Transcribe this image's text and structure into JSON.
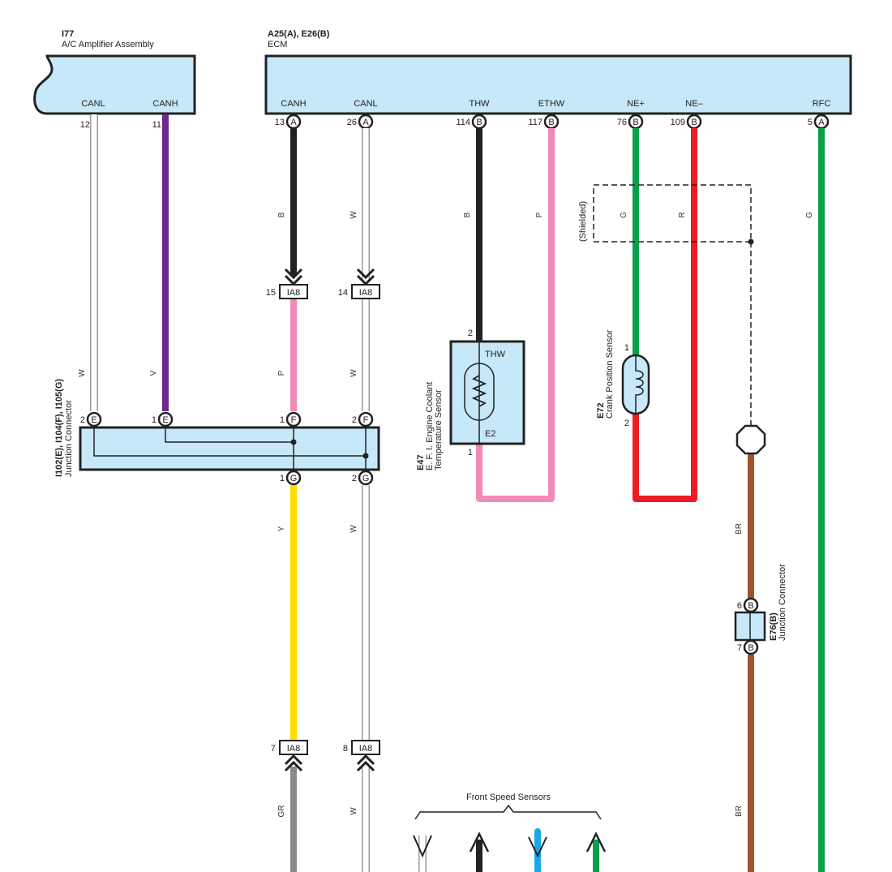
{
  "components": {
    "ac_amp": {
      "code": "I77",
      "name": "A/C Amplifier Assembly",
      "pins": [
        {
          "label": "CANL",
          "num": "12"
        },
        {
          "label": "CANH",
          "num": "11"
        }
      ]
    },
    "ecm": {
      "code": "A25(A), E26(B)",
      "name": "ECM",
      "pins": [
        {
          "label": "CANH",
          "num": "13",
          "conn": "A"
        },
        {
          "label": "CANL",
          "num": "26",
          "conn": "A"
        },
        {
          "label": "THW",
          "num": "114",
          "conn": "B"
        },
        {
          "label": "ETHW",
          "num": "117",
          "conn": "B"
        },
        {
          "label": "NE+",
          "num": "76",
          "conn": "B"
        },
        {
          "label": "NE–",
          "num": "109",
          "conn": "B"
        },
        {
          "label": "RFC",
          "num": "5",
          "conn": "A"
        }
      ]
    },
    "junction": {
      "code": "I102(E), I104(F), I105(G)",
      "name": "Junction Connector",
      "top_pins": [
        {
          "num": "2",
          "conn": "E"
        },
        {
          "num": "1",
          "conn": "E"
        },
        {
          "num": "1",
          "conn": "F"
        },
        {
          "num": "2",
          "conn": "F"
        }
      ],
      "bottom_pins": [
        {
          "num": "1",
          "conn": "G"
        },
        {
          "num": "2",
          "conn": "G"
        }
      ]
    },
    "coolant_sensor": {
      "code": "E47",
      "name_line1": "E. F. I. Engine Coolant",
      "name_line2": "Temperature Sensor",
      "terminal_top": "THW",
      "terminal_bottom": "E2",
      "pin_top": "2",
      "pin_bottom": "1"
    },
    "crank_sensor": {
      "code": "E72",
      "name": "Crank Position Sensor",
      "pin_top": "1",
      "pin_bottom": "2"
    },
    "e76": {
      "code": "E76(B)",
      "name": "Junction Connector",
      "pins": [
        {
          "num": "6",
          "conn": "B"
        },
        {
          "num": "7",
          "conn": "B"
        }
      ]
    },
    "ia8_upper": [
      {
        "num": "15",
        "name": "IA8"
      },
      {
        "num": "14",
        "name": "IA8"
      }
    ],
    "ia8_lower": [
      {
        "num": "7",
        "name": "IA8"
      },
      {
        "num": "8",
        "name": "IA8"
      }
    ],
    "shielded_label": "(Shielded)",
    "front_speed_sensors": "Front Speed Sensors"
  },
  "wire_codes": {
    "ac_canl": "W",
    "ac_canh": "V",
    "ecm_canh": "B",
    "ecm_canl": "W",
    "ia8_p": "P",
    "ia8_w": "W",
    "thw": "B",
    "ethw": "P",
    "ne_plus": "G",
    "ne_minus": "R",
    "rfc": "G",
    "g1_y": "Y",
    "g2_w": "W",
    "lower_gr": "GR",
    "lower_w": "W",
    "shield_br1": "BR",
    "shield_br2": "BR"
  },
  "wire_colors": {
    "B": "#222222",
    "W": "#ffffff",
    "V": "#6b2a8c",
    "P": "#f08ab8",
    "G": "#0aa04a",
    "R": "#ec1c24",
    "Y": "#ffdd00",
    "GR": "#8a8a8a",
    "BR": "#a0522d",
    "L": "#1aa7e6"
  }
}
